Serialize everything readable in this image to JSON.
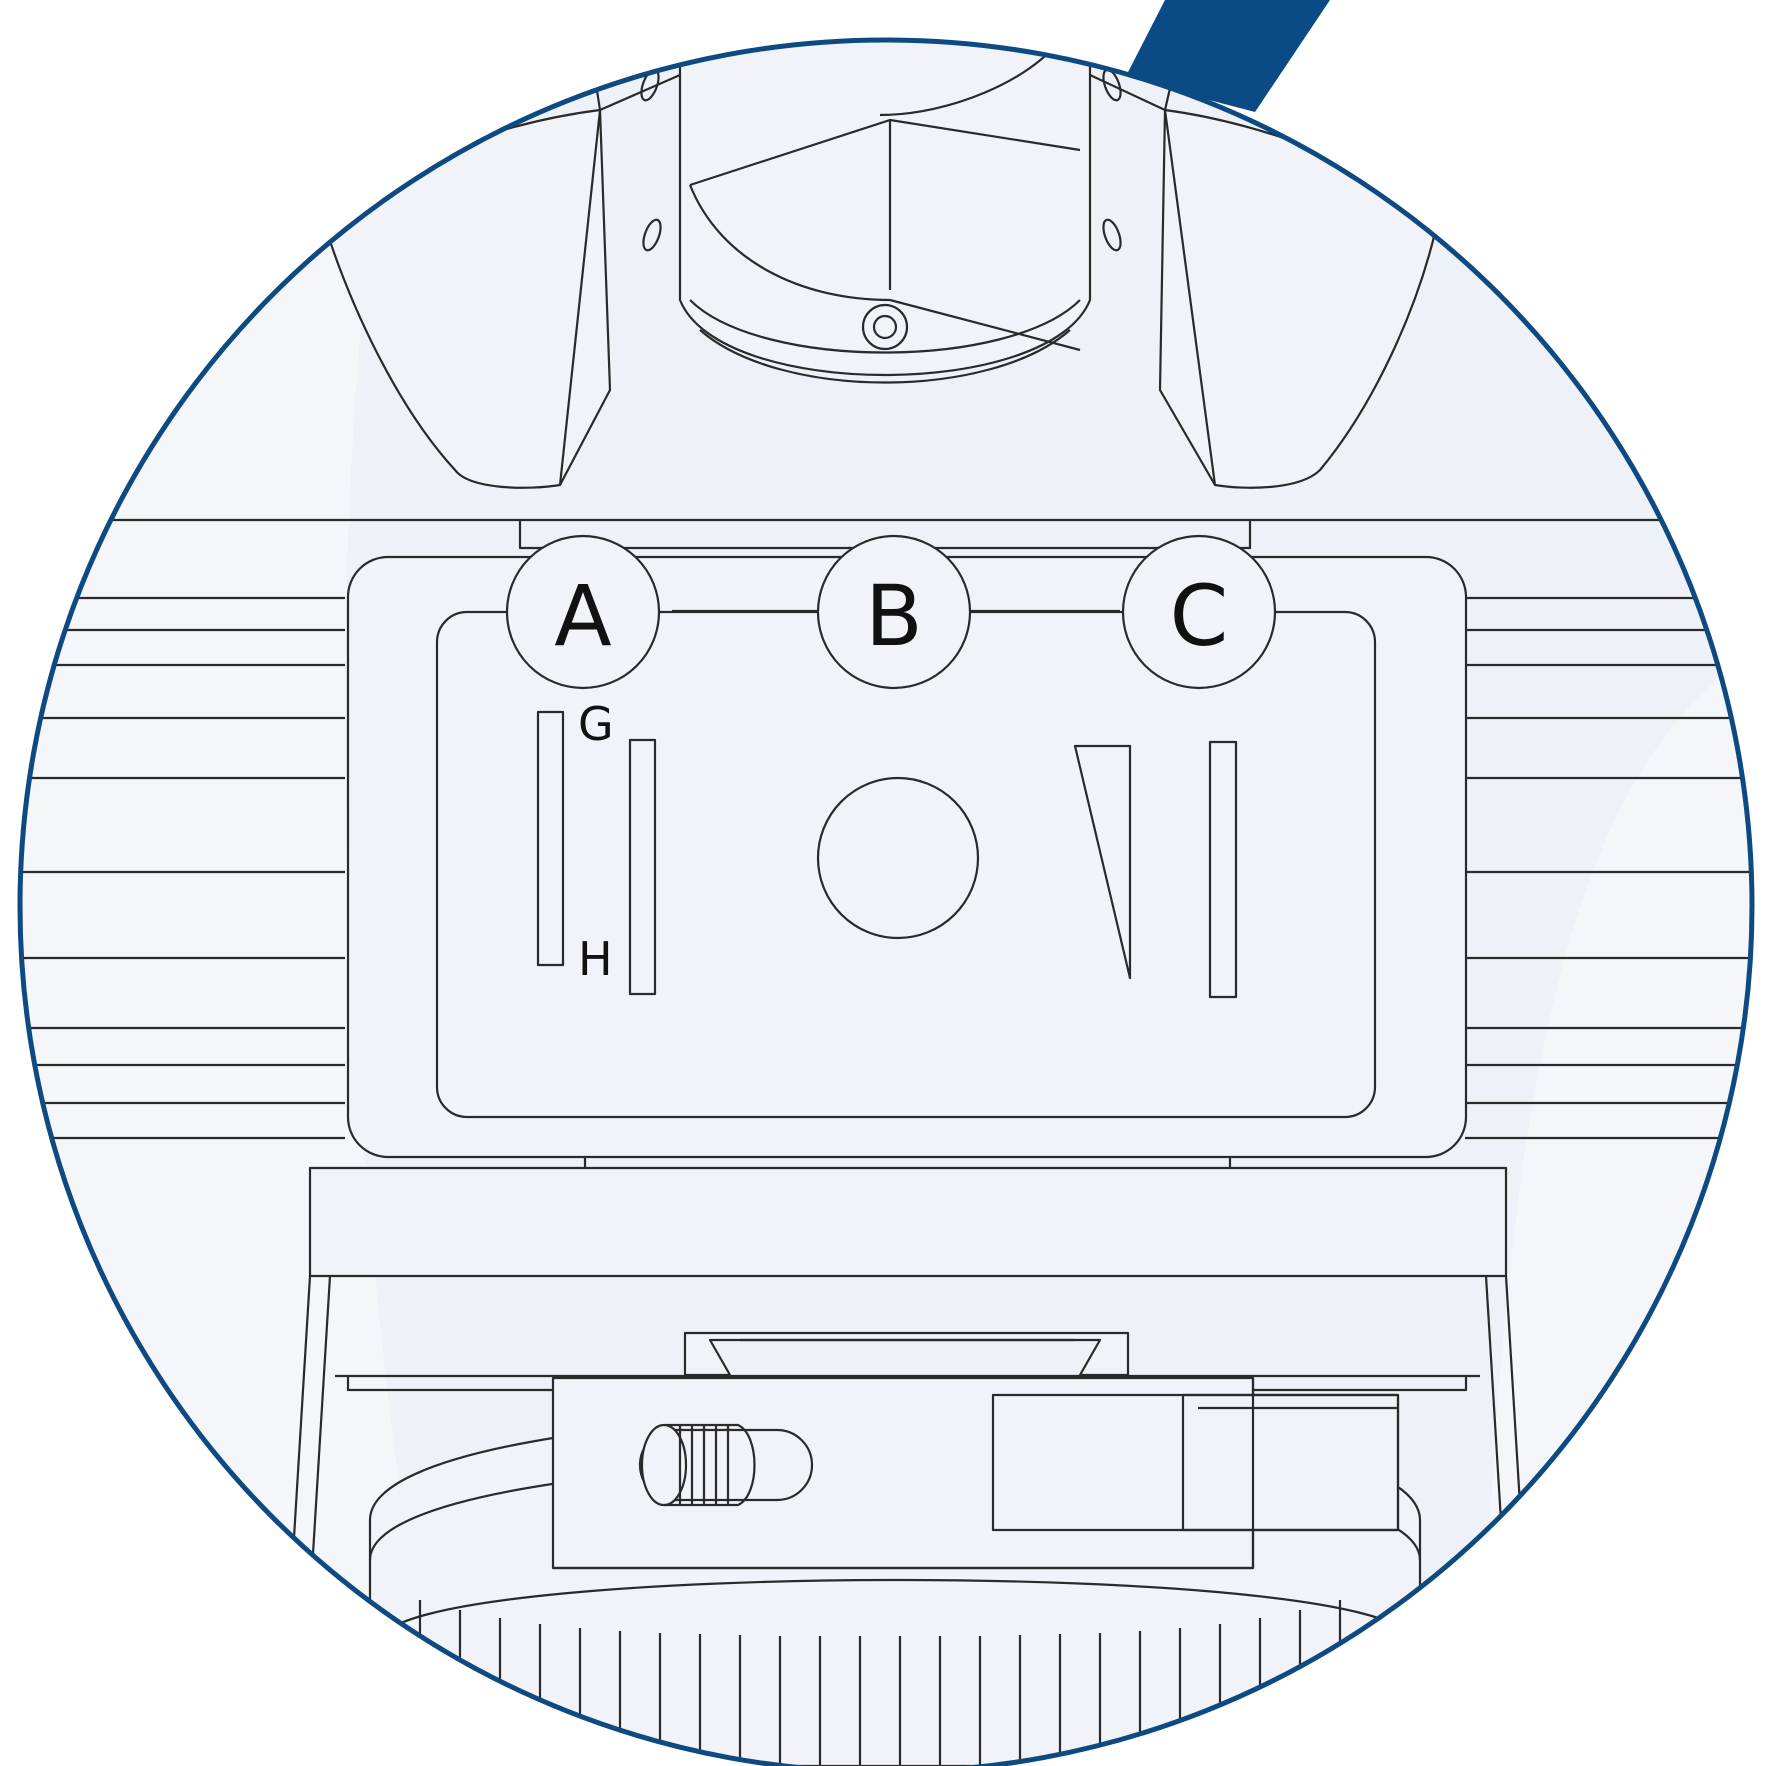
{
  "colors": {
    "background": "#ffffff",
    "lens_fill": "#eef1f7",
    "lens_border": "#0e4a82",
    "accent_stripe": "#0a4b85",
    "line": "#2a2a2a",
    "part_fill": "#f1f3f8"
  },
  "callouts": [
    {
      "id": "A",
      "label": "A"
    },
    {
      "id": "B",
      "label": "B"
    },
    {
      "id": "C",
      "label": "C"
    }
  ],
  "slot_labels": [
    {
      "id": "G",
      "label": "G"
    },
    {
      "id": "H",
      "label": "H"
    }
  ]
}
